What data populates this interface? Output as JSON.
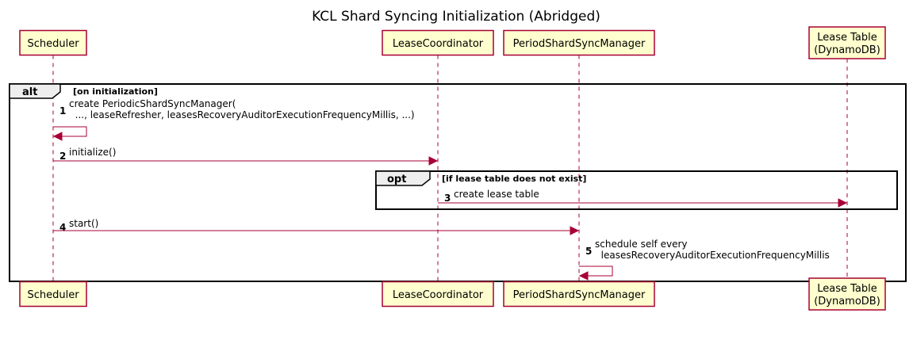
{
  "diagram": {
    "title": "KCL Shard Syncing Initialization (Abridged)",
    "participants": [
      {
        "id": "scheduler",
        "lines": [
          "Scheduler"
        ]
      },
      {
        "id": "lease-coordinator",
        "lines": [
          "LeaseCoordinator"
        ]
      },
      {
        "id": "period-shard-sync-manager",
        "lines": [
          "PeriodShardSyncManager"
        ]
      },
      {
        "id": "lease-table",
        "lines": [
          "Lease Table",
          "(DynamoDB)"
        ]
      }
    ],
    "fragments": [
      {
        "id": "alt",
        "keyword": "alt",
        "condition": "[on initialization]"
      },
      {
        "id": "opt",
        "keyword": "opt",
        "condition": "[if lease table does not exist]"
      }
    ],
    "messages": [
      {
        "number": "1",
        "from": "scheduler",
        "to": "scheduler",
        "lines": [
          "create PeriodicShardSyncManager(",
          "  ..., leaseRefresher, leasesRecoveryAuditorExecutionFrequencyMillis, ...)"
        ]
      },
      {
        "number": "2",
        "from": "scheduler",
        "to": "lease-coordinator",
        "lines": [
          "initialize()"
        ]
      },
      {
        "number": "3",
        "from": "lease-coordinator",
        "to": "lease-table",
        "lines": [
          "create lease table"
        ]
      },
      {
        "number": "4",
        "from": "scheduler",
        "to": "period-shard-sync-manager",
        "lines": [
          "start()"
        ]
      },
      {
        "number": "5",
        "from": "period-shard-sync-manager",
        "to": "period-shard-sync-manager",
        "lines": [
          "schedule self every",
          "  leasesRecoveryAuditorExecutionFrequencyMillis"
        ]
      }
    ],
    "colors": {
      "participant_fill": "#FEFECE",
      "participant_border": "#A80036",
      "arrow": "#A80036",
      "fragment_border": "#000000",
      "fragment_tab": "#EEEEEE"
    }
  }
}
